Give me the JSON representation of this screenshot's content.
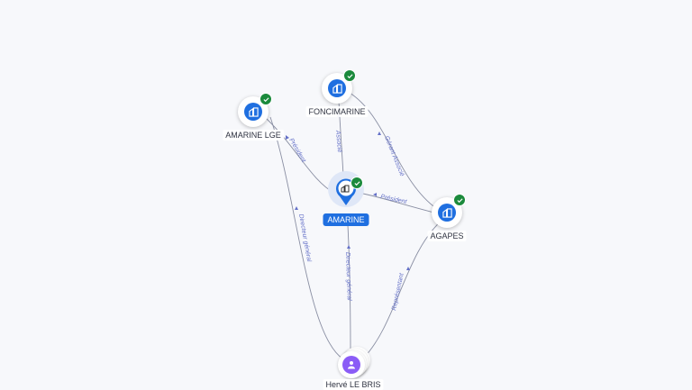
{
  "nodes": {
    "foncimarine": {
      "label": "FONCIMARINE",
      "icon": "building-icon",
      "verified": true
    },
    "amarine_lge": {
      "label": "AMARINE LGE",
      "icon": "building-icon",
      "verified": true
    },
    "amarine": {
      "label": "AMARINE",
      "icon": "building-icon",
      "verified": true
    },
    "agapes": {
      "label": "AGAPES",
      "icon": "building-icon",
      "verified": true
    },
    "herve": {
      "label": "Hervé LE BRIS",
      "icon": "person-icon"
    }
  },
  "edges": {
    "amarine_lge_amarine": "Président",
    "foncimarine_amarine": "Associé",
    "foncimarine_agapes": "Gérant Associé",
    "agapes_amarine": "Président",
    "herve_amarine_lge": "Directeur général",
    "herve_amarine": "Directeur général",
    "herve_agapes": "Représentant"
  },
  "colors": {
    "company": "#1f6fe0",
    "person": "#8b5cf6",
    "verified": "#1b8a3c",
    "edge_label": "#6470c8"
  }
}
